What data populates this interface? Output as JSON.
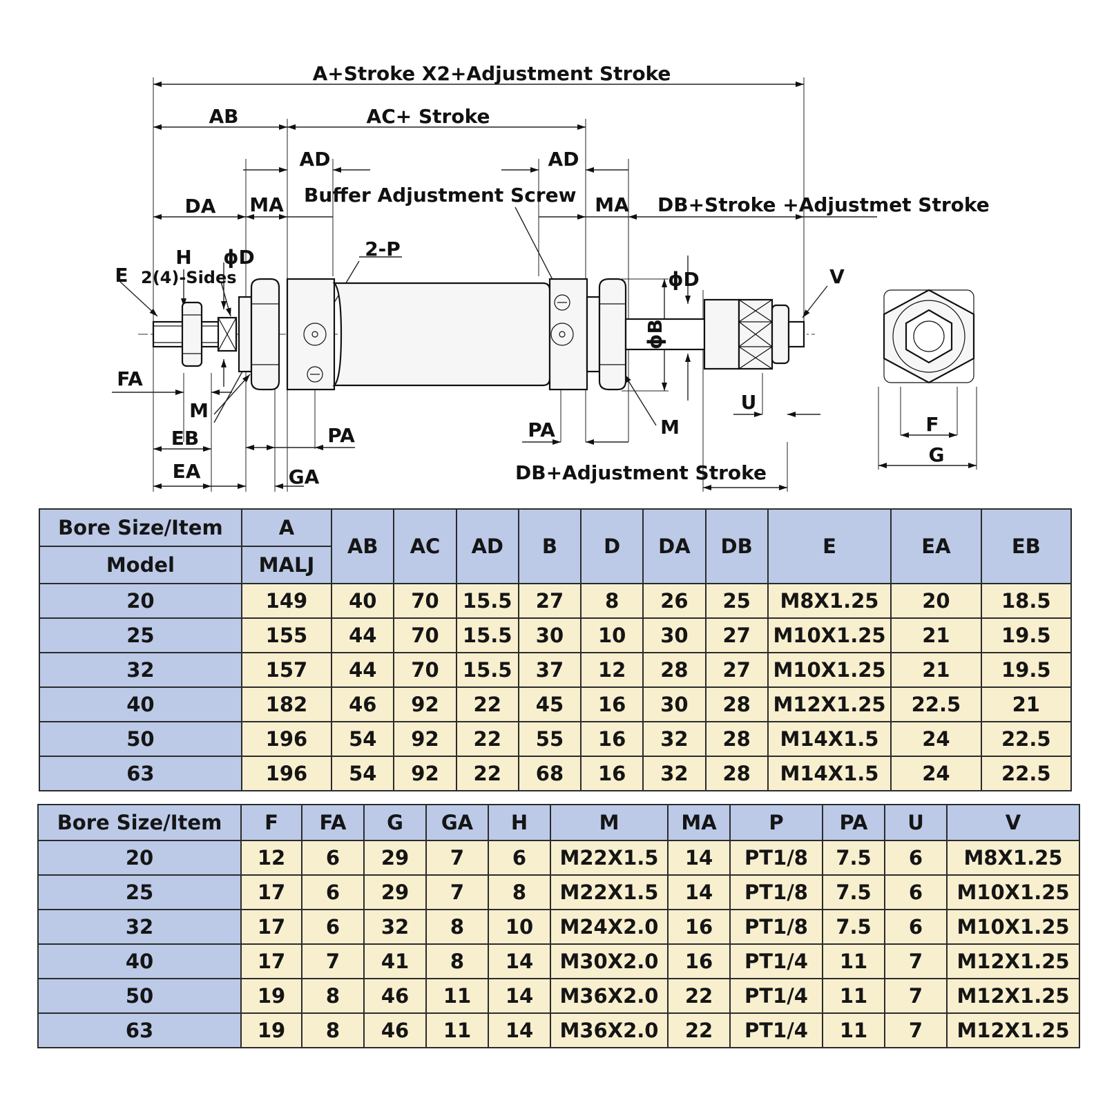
{
  "drawing": {
    "labels": {
      "a_total": "A+Stroke X2+Adjustment Stroke",
      "ab": "AB",
      "ac": "AC+ Stroke",
      "ad_left": "AD",
      "ad_right": "AD",
      "da": "DA",
      "ma_left": "MA",
      "ma_right": "MA",
      "buffer": "Buffer Adjustment Screw",
      "db_total": "DB+Stroke +Adjustmet Stroke",
      "h": "H",
      "phi_d_left": "ϕD",
      "phi_d_right": "ϕD",
      "e": "E",
      "sides": "2(4)-Sides",
      "two_p": "2-P",
      "v": "V",
      "phi_b": "ϕB",
      "fa": "FA",
      "m_left": "M",
      "m_right": "M",
      "eb": "EB",
      "pa_left": "PA",
      "pa_right": "PA",
      "ea": "EA",
      "ga": "GA",
      "u": "U",
      "db_adj": "DB+Adjustment Stroke",
      "f": "F",
      "g": "G"
    }
  },
  "table1": {
    "hdr": {
      "bore": "Bore Size/Item",
      "model": "Model",
      "a": "A",
      "malj": "MALJ",
      "cols": [
        "AB",
        "AC",
        "AD",
        "B",
        "D",
        "DA",
        "DB",
        "E",
        "EA",
        "EB"
      ]
    },
    "rows": [
      [
        "20",
        "149",
        "40",
        "70",
        "15.5",
        "27",
        "8",
        "26",
        "25",
        "M8X1.25",
        "20",
        "18.5"
      ],
      [
        "25",
        "155",
        "44",
        "70",
        "15.5",
        "30",
        "10",
        "30",
        "27",
        "M10X1.25",
        "21",
        "19.5"
      ],
      [
        "32",
        "157",
        "44",
        "70",
        "15.5",
        "37",
        "12",
        "28",
        "27",
        "M10X1.25",
        "21",
        "19.5"
      ],
      [
        "40",
        "182",
        "46",
        "92",
        "22",
        "45",
        "16",
        "30",
        "28",
        "M12X1.25",
        "22.5",
        "21"
      ],
      [
        "50",
        "196",
        "54",
        "92",
        "22",
        "55",
        "16",
        "32",
        "28",
        "M14X1.5",
        "24",
        "22.5"
      ],
      [
        "63",
        "196",
        "54",
        "92",
        "22",
        "68",
        "16",
        "32",
        "28",
        "M14X1.5",
        "24",
        "22.5"
      ]
    ]
  },
  "table2": {
    "hdr": {
      "bore": "Bore Size/Item",
      "cols": [
        "F",
        "FA",
        "G",
        "GA",
        "H",
        "M",
        "MA",
        "P",
        "PA",
        "U",
        "V"
      ]
    },
    "rows": [
      [
        "20",
        "12",
        "6",
        "29",
        "7",
        "6",
        "M22X1.5",
        "14",
        "PT1/8",
        "7.5",
        "6",
        "M8X1.25"
      ],
      [
        "25",
        "17",
        "6",
        "29",
        "7",
        "8",
        "M22X1.5",
        "14",
        "PT1/8",
        "7.5",
        "6",
        "M10X1.25"
      ],
      [
        "32",
        "17",
        "6",
        "32",
        "8",
        "10",
        "M24X2.0",
        "16",
        "PT1/8",
        "7.5",
        "6",
        "M10X1.25"
      ],
      [
        "40",
        "17",
        "7",
        "41",
        "8",
        "14",
        "M30X2.0",
        "16",
        "PT1/4",
        "11",
        "7",
        "M12X1.25"
      ],
      [
        "50",
        "19",
        "8",
        "46",
        "11",
        "14",
        "M36X2.0",
        "22",
        "PT1/4",
        "11",
        "7",
        "M12X1.25"
      ],
      [
        "63",
        "19",
        "8",
        "46",
        "11",
        "14",
        "M36X2.0",
        "22",
        "PT1/4",
        "11",
        "7",
        "M12X1.25"
      ]
    ]
  }
}
